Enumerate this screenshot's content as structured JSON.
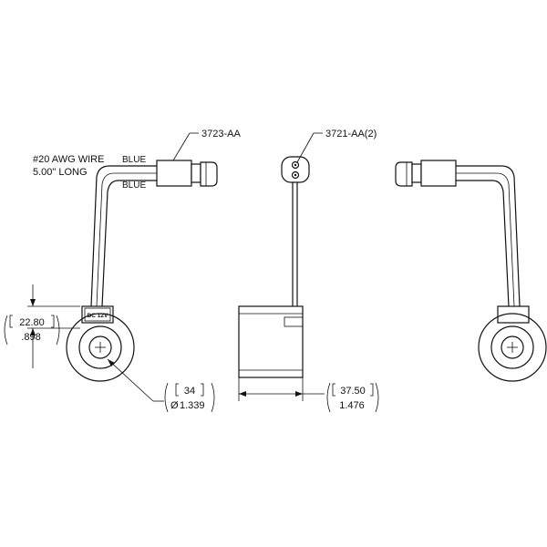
{
  "wire_spec": {
    "line1": "#20 AWG WIRE",
    "line2": "5.00\" LONG"
  },
  "wire_labels": {
    "top": "BLUE",
    "bottom": "BLUE"
  },
  "part_numbers": {
    "connector": "3723-AA",
    "terminal": "3721-AA(2)"
  },
  "coil_label": "DC 12V",
  "dimensions": {
    "height_metric": "22.80",
    "height_imperial": ".898",
    "diameter_metric": "34",
    "diameter_imperial": "1.339",
    "diameter_symbol": "Ø",
    "width_metric": "37.50",
    "width_imperial": "1.476"
  }
}
